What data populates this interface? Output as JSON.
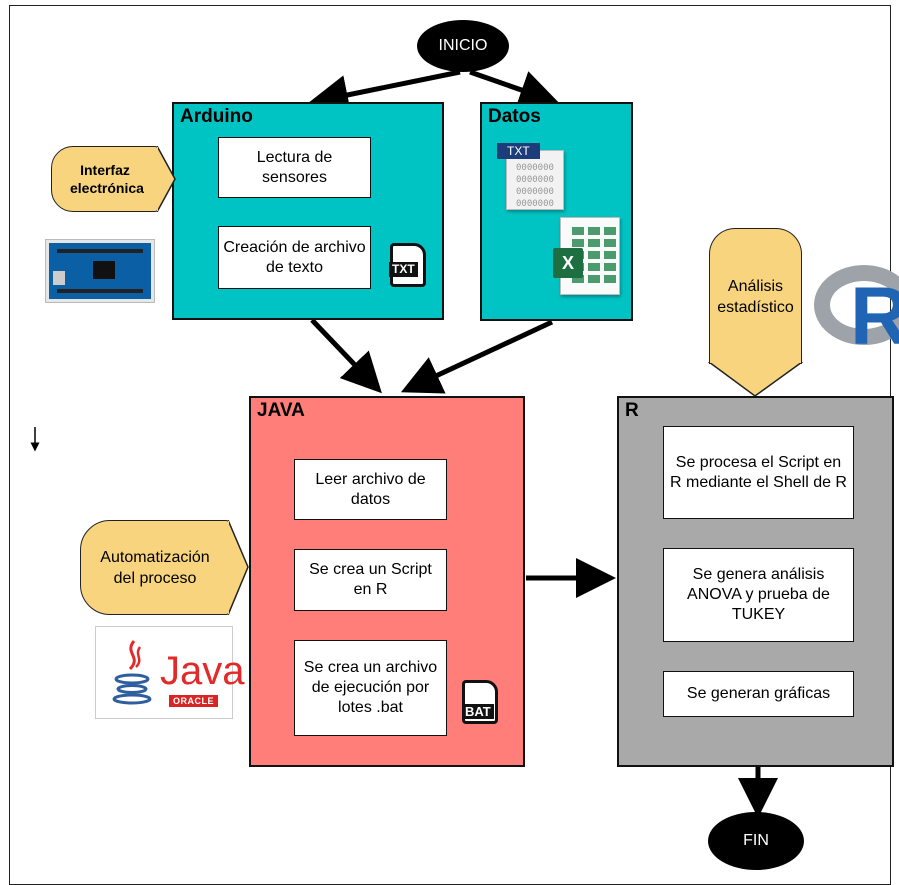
{
  "start": "INICIO",
  "end": "FIN",
  "arduino": {
    "title": "Arduino",
    "steps": [
      "Lectura de sensores",
      "Creación de archivo de texto"
    ],
    "file_icon_label": "TXT",
    "color": "#00c3c4"
  },
  "datos": {
    "title": "Datos",
    "txt_label": "TXT",
    "txt_digits": "0000000\n0000000\n0000000\n0000000",
    "excel_label": "X",
    "color": "#00c3c4"
  },
  "java": {
    "title": "JAVA",
    "steps": [
      "Leer archivo de datos",
      "Se crea un Script en R",
      "Se crea un archivo de ejecución por lotes .bat"
    ],
    "file_icon_label": "BAT",
    "color": "#ff7e79"
  },
  "r": {
    "title": "R",
    "steps": [
      "Se procesa el Script en R mediante el Shell de R",
      "Se genera análisis ANOVA y prueba de TUKEY",
      "Se generan gráficas"
    ],
    "color": "#a9a9a9"
  },
  "side_labels": {
    "interfaz": "Interfaz electrónica",
    "analisis": "Análisis estadístico",
    "automatizacion": "Automatización del proceso"
  },
  "logos": {
    "r_letter": "R",
    "java_word": "Java",
    "oracle_word": "ORACLE"
  },
  "colors": {
    "accent_label": "#f8d47e"
  }
}
